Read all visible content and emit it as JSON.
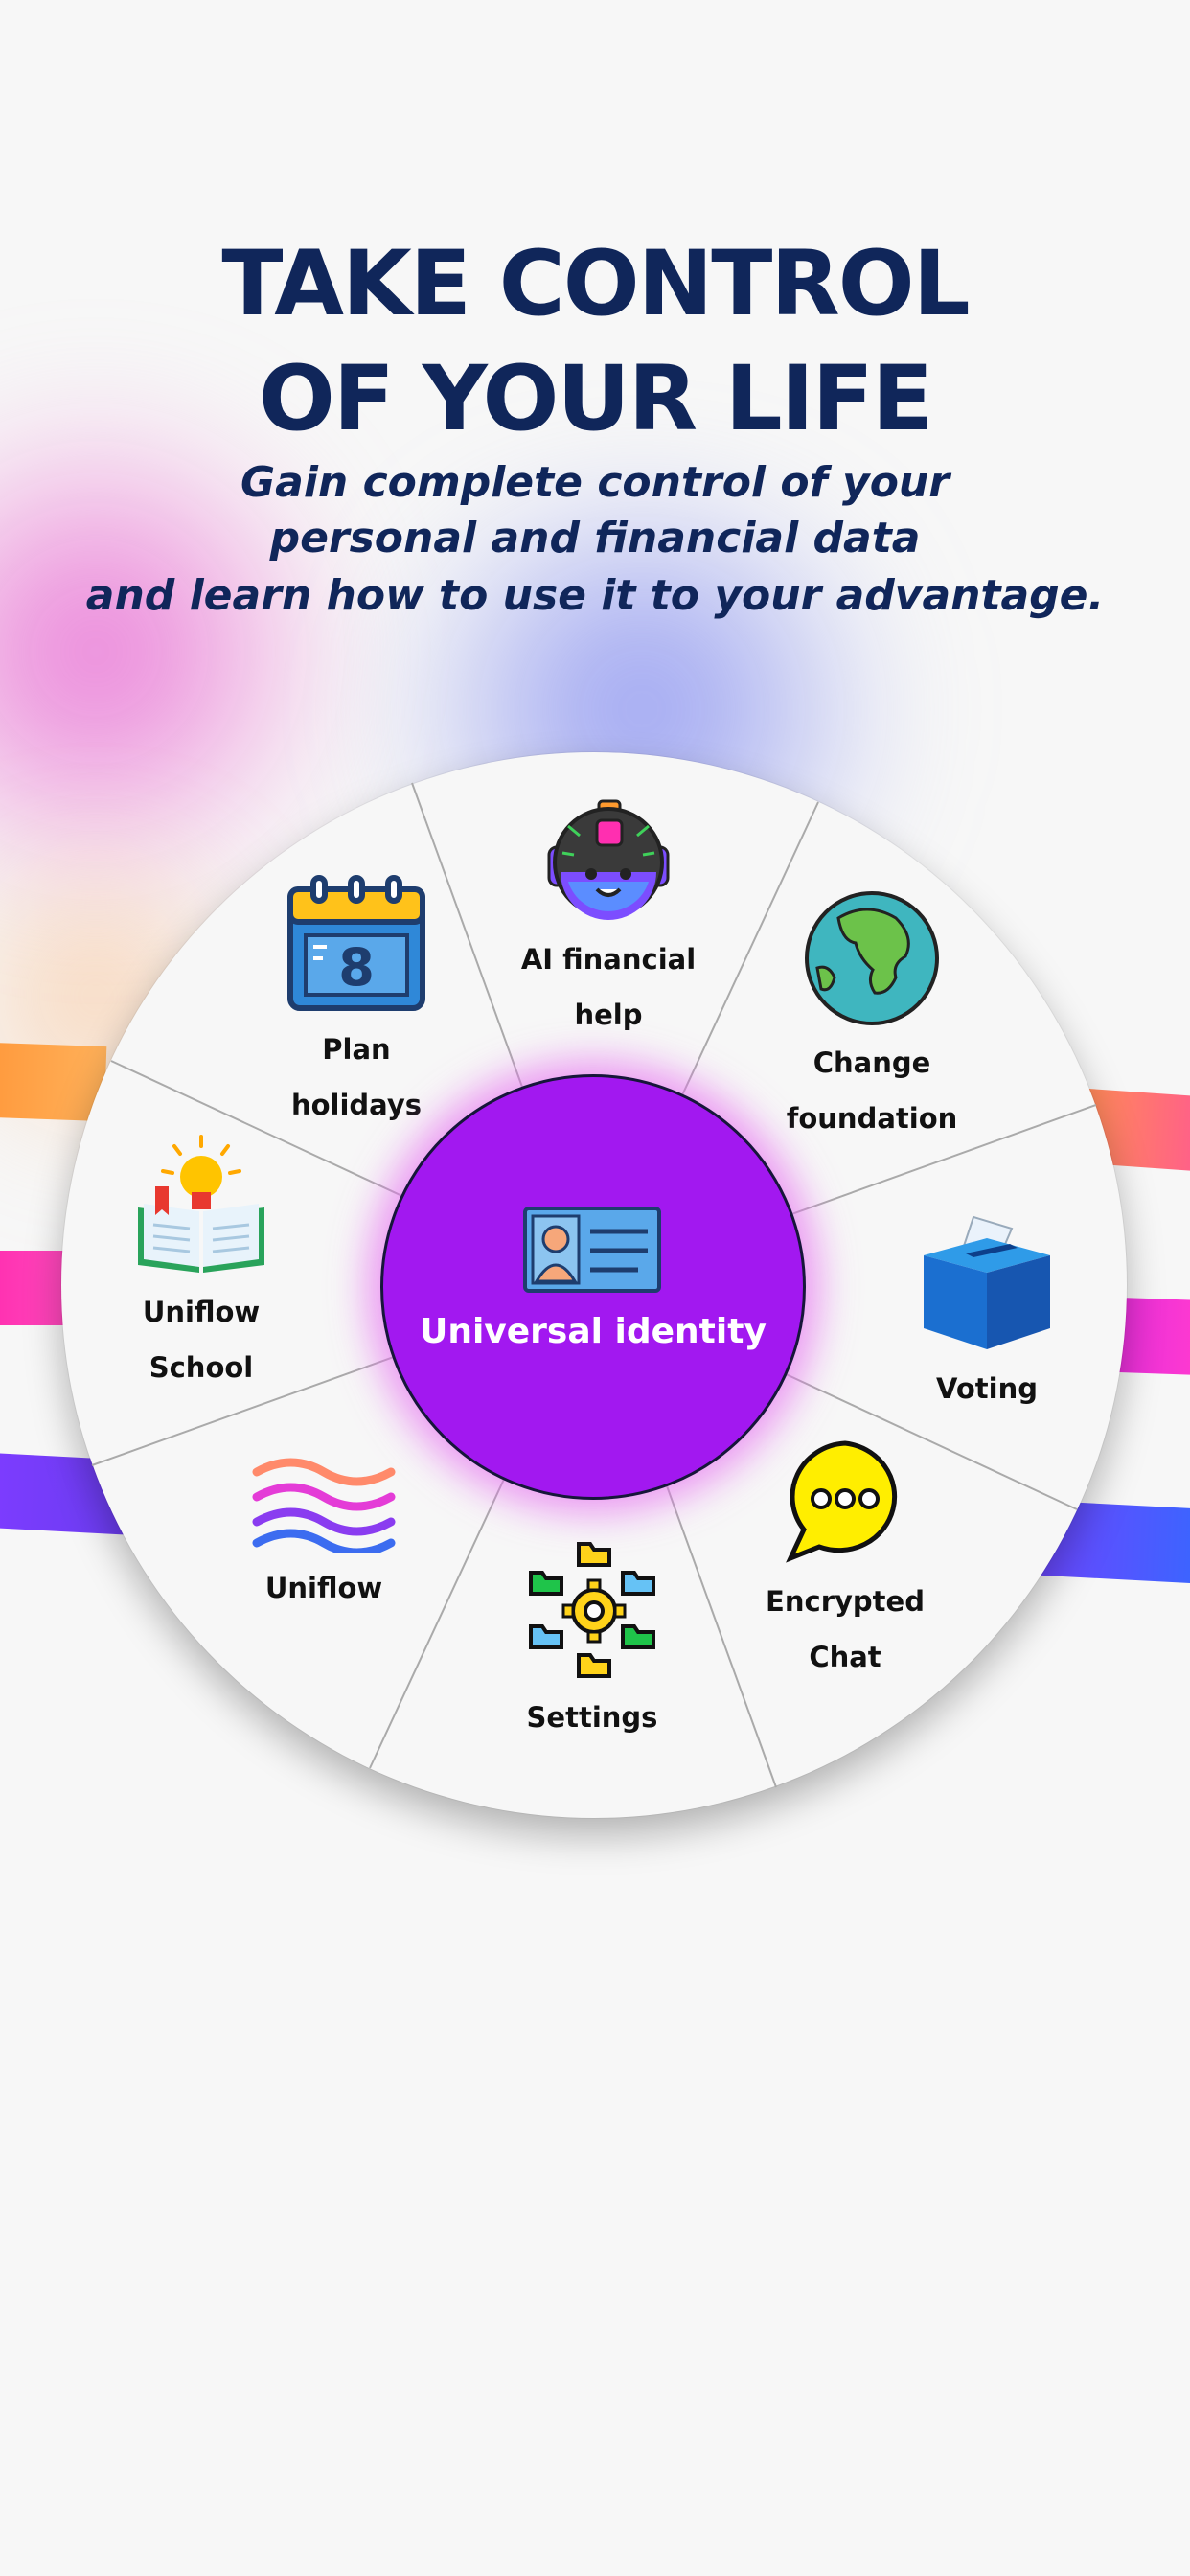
{
  "header": {
    "title_line1": "TAKE CONTROL",
    "title_line2": "OF YOUR LIFE",
    "subtitle_line1": "Gain complete control of your",
    "subtitle_line2": "personal and financial data",
    "subtitle_line3": "and learn how to use it to your advantage."
  },
  "hub": {
    "label": "Universal identity",
    "icon": "id-card-icon",
    "color": "#a218f0"
  },
  "segments": [
    {
      "line1": "AI financial",
      "line2": "help",
      "icon": "robot-icon"
    },
    {
      "line1": "Change",
      "line2": "foundation",
      "icon": "earth-icon"
    },
    {
      "line1": "Voting",
      "line2": "",
      "icon": "ballot-box-icon"
    },
    {
      "line1": "Encrypted",
      "line2": "Chat",
      "icon": "chat-bubble-icon"
    },
    {
      "line1": "Settings",
      "line2": "",
      "icon": "settings-gear-icon"
    },
    {
      "line1": "Uniflow",
      "line2": "",
      "icon": "uniflow-waves-icon"
    },
    {
      "line1": "Uniflow",
      "line2": "School",
      "icon": "open-book-icon"
    },
    {
      "line1": "Plan",
      "line2": "holidays",
      "icon": "calendar-icon"
    }
  ],
  "colors": {
    "title": "#10265a",
    "hub": "#a218f0"
  }
}
